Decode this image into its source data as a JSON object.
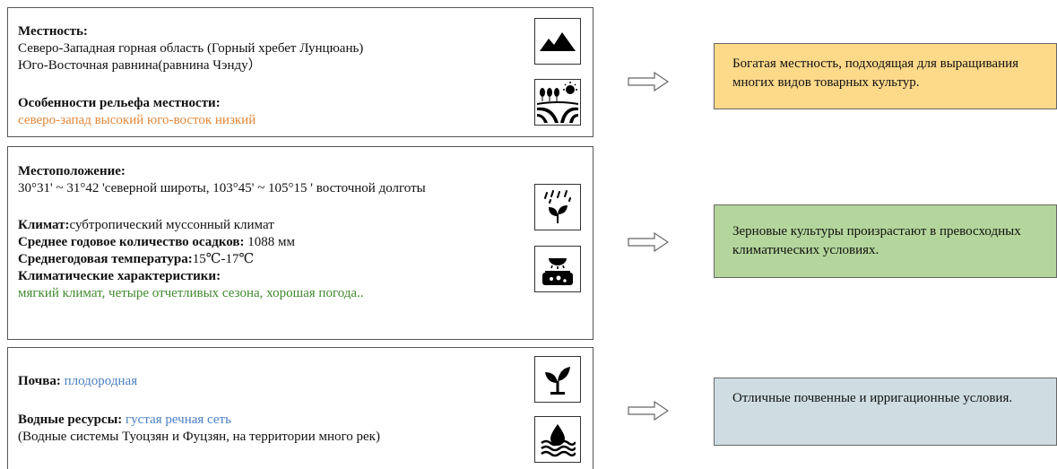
{
  "terrain_panel": {
    "terrain_label": "Местность:",
    "terrain_line1": "Северо-Западная горная область (Горный хребет Лунцюань)",
    "terrain_line2": "Юго-Восточная равнина(равнина Чэнду）",
    "relief_label": "Особенности рельефа местности:",
    "relief_value": "северо-запад высокий юго-восток низкий",
    "icons": [
      "mountain-icon",
      "farmland-sun-icon"
    ]
  },
  "climate_panel": {
    "location_label": "Местоположение:",
    "location_value": "30°31' ~ 31°42 'северной широты, 103°45' ~ 105°15 ' восточной долготы",
    "climate_label": "Климат:",
    "climate_value": "субтропический муссонный климат",
    "precip_label": "Среднее годовое количество осадков:",
    "precip_value": " 1088 мм",
    "temp_label": "Среднегодовая температура:",
    "temp_value": "15℃-17℃",
    "features_label": "Климатические характеристики:",
    "features_value": "мягкий климат, четыре отчетливых сезона, хорошая погода..",
    "icons": [
      "rain-plant-icon",
      "sun-soil-icon"
    ]
  },
  "soil_panel": {
    "soil_label": "Почва:",
    "soil_value": " плодородная",
    "water_label": "Водные ресурсы:",
    "water_value": " густая речная сеть",
    "water_note": "(Водные системы Туоцзян и Фуцзян, на территории много рек)",
    "icons": [
      "sprout-icon",
      "water-drop-icon"
    ]
  },
  "conclusions": {
    "c1": "Богатая местность, подходящая для выращивания многих видов товарных культур.",
    "c2": "Зерновые культуры произрастают в превосходных климатических условиях.",
    "c3": "Отличные почвенные и ирригационные условия."
  },
  "colors": {
    "orange_text": "#e3883a",
    "green_text": "#3f8a2e",
    "blue_text": "#4a7fc1",
    "box1_bg": "#fdd98a",
    "box2_bg": "#b4d69c",
    "box3_bg": "#cfdde3"
  }
}
